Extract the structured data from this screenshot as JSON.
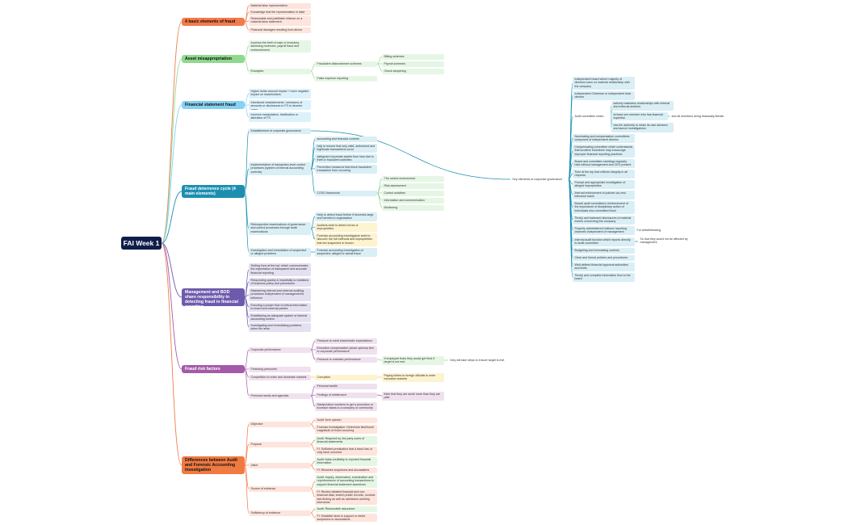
{
  "root": "FAI Week 1",
  "branches": {
    "b1": "4 basic elements of fraud",
    "b2": "Asset misappropriation",
    "b3": "Financial statement fraud",
    "b4": "Fraud deterrence cycle (4 main elements)",
    "b5": "Management and BOD share responsibility in detecting fraud in financial reporting",
    "b6": "Fraud risk factors",
    "b7": "Differences between Audit and Forensic Accounting Investigation"
  },
  "nodes": {
    "n1": "Material false representation",
    "n2": "Knowledge that the representation is false",
    "n3": "Reasonable and justifiable reliance on a material false statement",
    "n4": "Financial damages resulting from above",
    "n5": "Involves the theft of cash or inventory, skimming revenues, payroll fraud and embezzlement",
    "n6": "Examples",
    "n7": "Fraudulent disbursement schemes",
    "n8": "Billing schemes",
    "n9": "Payroll schemes",
    "n10": "Check tampering",
    "n11": "False expense reporting",
    "n12": "Higher dollar amount impact + more negative impact on shareholders",
    "n13": "Intentional misstatements / omissions of amounts or disclosures in FS to deceive users",
    "n14": "Involves manipulation, falsification or alteration of FS",
    "n15": "Establishment of corporate governance",
    "n16": "Key elements of corporate governance",
    "n17": "Independent board where majority of directors have no material relationship with the company",
    "n18": "Independent Chairman or independent lead director",
    "n19": "Audit committee which",
    "n20": "actively maintains relationships with internal and external auditors",
    "n21": "at least one member who has financial expertise",
    "n22": "and all members being financially literate",
    "n23": "has the authority to retain its own advisers and launch investigations",
    "n24": "Nominating and compensation committees composed of independent director",
    "n25": "Compensating committee which understands that lucrative incentives may encourage improper financial reporting practices",
    "n26": "Board and committee meetings regularly held without management and CEO present",
    "n27": "Tone at the top that reflects integrity in all respects",
    "n28": "Prompt and appropriate investigation of alleged improprieties",
    "n29": "Internal enforcement of policies via zero tolerance basis",
    "n30": "Board/ audit committee's reinforcement of the importance of disciplinary action of individuals who committed fraud",
    "n31": "Timely and balanced disclosures of material events concerning the company",
    "n32": "Properly administered hotlines/ reporting channels independent of management",
    "n33": "For whistleblowing",
    "n34": "Internal audit function which reports directly to audit committee",
    "n35": "So that they would not be affected by management",
    "n36": "Budgeting and forecasting controls",
    "n37": "Clear and formal policies and procedures",
    "n38": "Well-defined financial approval authorities and limits",
    "n39": "Timely and complete information flow to the board",
    "n40": "Implementation of transaction-level control processes (system of internal accounting controls)",
    "n41": "accounting and financial controls",
    "n42": "help to ensure that only valid, authorised and legitimate transactions occur",
    "n43": "safeguard corporate assets from loss due to theft or fraudulent activities",
    "n44": "Preventive measures that block fraudulent transaction from occurring",
    "n45": "COSO framework",
    "n46": "The control environment",
    "n47": "Risk assessment",
    "n48": "Control activities",
    "n49": "Information and communication",
    "n50": "Monitoring",
    "n51": "Retrospective examinations of governance and control processes through audit examinations",
    "n52": "Help to detect fraud before it becomes large and harmful to organisation",
    "n53": "Auditors seek to detect errors or improprieties",
    "n54": "Forensic accounting investigators seek to discover the full methods and improprieties that are suspected or known",
    "n55": "Investigation and remediation of suspected or alleged problems",
    "n56": "Forensic accounting investigation of suspected, alleged or actual fraud",
    "n57": "Setting 'tone at the top' which communicates the expectation of transparent and accurate financial reporting",
    "n58": "Responding quickly & impartially to violations of business policy and procedures",
    "n59": "Maintaining internal and external auditing processes independent of management's influence",
    "n60": "Ensuring a proper flow of critical information to board and external parties",
    "n61": "Establishing an adequate system of internal accounting control",
    "n62": "Investigating and remediating problems when the arise",
    "n63": "Corporate performance",
    "n64": "Pressure to meet shareholder expectations",
    "n65": "Executive compensation (stock options) tied to corporate performance",
    "n66": "Pressure to maintain performance",
    "n67": "If employee fears they would get fired if target is not met",
    "n68": "they will take steps to ensure target is met",
    "n69": "Financing pressures",
    "n70": "Competition to enter and dominate markets",
    "n71": "Corruption",
    "n72": "Paying bribes to foreign officials to enter exclusive markets",
    "n73": "Personal needs and agendas",
    "n74": "Personal wealth",
    "n75": "Feelings of entitlement",
    "n76": "think that they are worth more than they are paid",
    "n77": "Manipulation numbers to get a promotion or increase status in a company or community",
    "n78": "Objective",
    "n79": "Audit: form opinion",
    "n80": "Forensic investigation: Determine likelihood/ magnitude of fraud occurring",
    "n81": "Purpose",
    "n82": "Audit: Required by 3rd party users of financial statements",
    "n83": "FI: Sufficient predication that a fraud has or may have occurred",
    "n84": "Value",
    "n85": "Audit: Adds credibility to reported financial information",
    "n86": "FI: Resolves suspicions and accusations",
    "n87": "Source of evidence",
    "n88": "Audit: Inquiry, observation, examination and reperformance of accounting transactions to support financial statement assertions",
    "n89": "FI: Review detailed financial and non-financial data, search public records, conduct fact-finding as well as admission-seeking interviews",
    "n90": "Sufficiency of evidence",
    "n91": "Audit: Reasonable assurance",
    "n92": "FI: Establish facts to support or refute suspicions or accusations"
  },
  "colors": {
    "root": "#0f1d4a",
    "orange": "#f27b4b",
    "green": "#8fd98f",
    "blue": "#86d2f2",
    "teal": "#1c8fb0",
    "purple": "#6e5aad",
    "mauve": "#a45aa8"
  }
}
